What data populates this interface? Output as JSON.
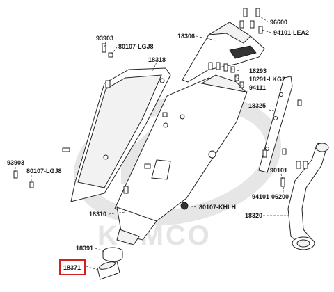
{
  "watermark": {
    "brand": "KYMCO"
  },
  "highlight_color": "#d42020",
  "labels": {
    "l96600": "96600",
    "l94101_lea2": "94101-LEA2",
    "l18306": "18306",
    "l93903_top": "93903",
    "l80107_lgj8_top": "80107-LGJ8",
    "l18318": "18318",
    "l18293": "18293",
    "l18291_lkg2": "18291-LKG2",
    "l94111": "94111",
    "l18325": "18325",
    "l93903_left": "93903",
    "l80107_lgj8_left": "80107-LGJ8",
    "l90101": "90101",
    "l94101_06200": "94101-06200",
    "l18310": "18310",
    "l80107_khlh": "80107-KHLH",
    "l18320": "18320",
    "l18391": "18391",
    "l18371": "18371"
  }
}
